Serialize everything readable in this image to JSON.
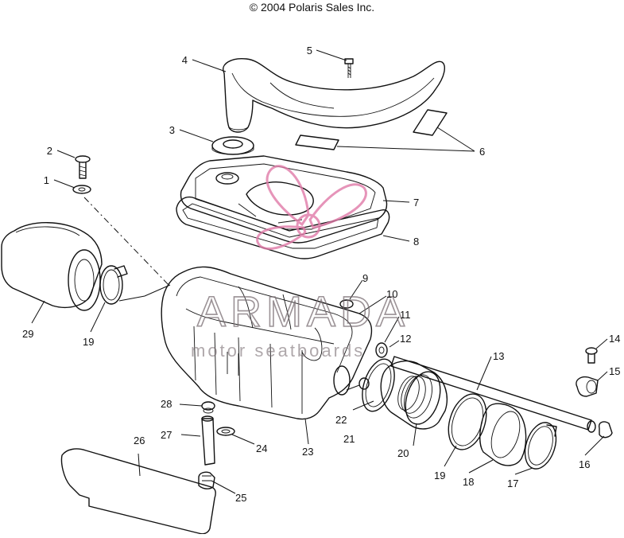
{
  "copyright": "© 2004 Polaris Sales Inc.",
  "watermark": {
    "brand": "ARMADA",
    "sub": "motor seatboards",
    "color": "#7a6e73",
    "logo_color": "#e07aa8"
  },
  "callouts": [
    {
      "id": "c1",
      "text": "1"
    },
    {
      "id": "c2",
      "text": "2"
    },
    {
      "id": "c3",
      "text": "3"
    },
    {
      "id": "c4",
      "text": "4"
    },
    {
      "id": "c5",
      "text": "5"
    },
    {
      "id": "c6",
      "text": "6"
    },
    {
      "id": "c7",
      "text": "7"
    },
    {
      "id": "c8",
      "text": "8"
    },
    {
      "id": "c9",
      "text": "9"
    },
    {
      "id": "c10",
      "text": "10"
    },
    {
      "id": "c11",
      "text": "11"
    },
    {
      "id": "c12",
      "text": "12"
    },
    {
      "id": "c13",
      "text": "13"
    },
    {
      "id": "c14",
      "text": "14"
    },
    {
      "id": "c15",
      "text": "15"
    },
    {
      "id": "c16",
      "text": "16"
    },
    {
      "id": "c17",
      "text": "17"
    },
    {
      "id": "c18",
      "text": "18"
    },
    {
      "id": "c19a",
      "text": "19"
    },
    {
      "id": "c19b",
      "text": "19"
    },
    {
      "id": "c20",
      "text": "20"
    },
    {
      "id": "c21",
      "text": "21"
    },
    {
      "id": "c22",
      "text": "22"
    },
    {
      "id": "c23",
      "text": "23"
    },
    {
      "id": "c24",
      "text": "24"
    },
    {
      "id": "c25",
      "text": "25"
    },
    {
      "id": "c26",
      "text": "26"
    },
    {
      "id": "c27",
      "text": "27"
    },
    {
      "id": "c28",
      "text": "28"
    },
    {
      "id": "c29",
      "text": "29"
    }
  ]
}
